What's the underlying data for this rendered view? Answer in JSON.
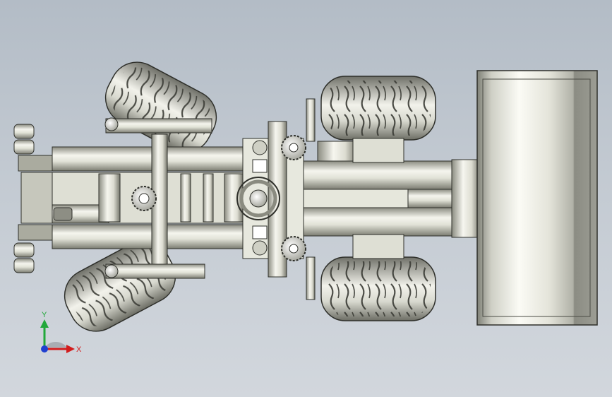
{
  "viewport": {
    "background_top": "#b3bcc6",
    "background_bottom": "#d2d7dd"
  },
  "model": {
    "description_name": "wheel-loader-assembly",
    "colors": {
      "metal_light": "#f4f4ec",
      "metal_mid": "#c9cabf",
      "metal_dark": "#7d7e74",
      "edge": "#2e2f2a",
      "bucket_dark": "#8a8b82"
    }
  },
  "triad": {
    "x_label": "X",
    "y_label": "Y",
    "x_color": "#d21c1c",
    "y_color": "#22a83a",
    "z_color": "#1f3fd0"
  }
}
